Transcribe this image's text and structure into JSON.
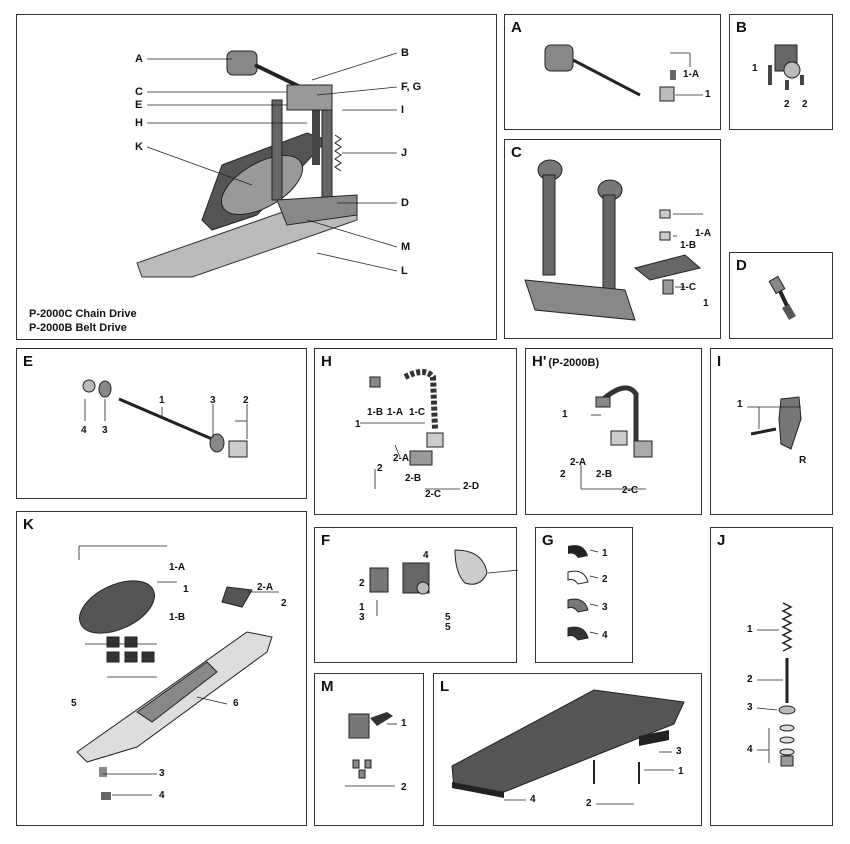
{
  "overview": {
    "callouts": [
      "A",
      "B",
      "C",
      "E",
      "H",
      "K",
      "F, G",
      "I",
      "J",
      "D",
      "M",
      "L"
    ],
    "model_1": "P-2000C Chain Drive",
    "model_2": "P-2000B Belt Drive"
  },
  "panels": {
    "A": {
      "title": "A",
      "labels": [
        "1-A",
        "1"
      ]
    },
    "B": {
      "title": "B",
      "labels": [
        "1",
        "2",
        "2"
      ]
    },
    "C": {
      "title": "C",
      "labels": [
        "1-A",
        "1-B",
        "1-C",
        "1"
      ]
    },
    "D": {
      "title": "D"
    },
    "E": {
      "title": "E",
      "labels": [
        "1",
        "3",
        "2",
        "4",
        "3"
      ]
    },
    "H": {
      "title": "H",
      "labels": [
        "1-B",
        "1-A",
        "1-C",
        "1",
        "2-A",
        "2",
        "2-B",
        "2-C",
        "2-D"
      ]
    },
    "H2": {
      "title": "H'",
      "subtitle": "(P-2000B)",
      "labels": [
        "1",
        "2-A",
        "2",
        "2-B",
        "2-C"
      ]
    },
    "I": {
      "title": "I",
      "labels": [
        "1",
        "R"
      ]
    },
    "K": {
      "title": "K",
      "labels": [
        "1-A",
        "1",
        "1-B",
        "2-A",
        "2",
        "5",
        "6",
        "3",
        "4"
      ]
    },
    "F": {
      "title": "F",
      "labels": [
        "4",
        "2",
        "1",
        "3",
        "5",
        "5"
      ]
    },
    "G": {
      "title": "G",
      "labels": [
        "1",
        "2",
        "3",
        "4"
      ]
    },
    "J": {
      "title": "J",
      "labels": [
        "1",
        "2",
        "3",
        "4"
      ]
    },
    "M": {
      "title": "M",
      "labels": [
        "1",
        "2"
      ]
    },
    "L": {
      "title": "L",
      "labels": [
        "3",
        "1",
        "2",
        "4"
      ]
    }
  }
}
